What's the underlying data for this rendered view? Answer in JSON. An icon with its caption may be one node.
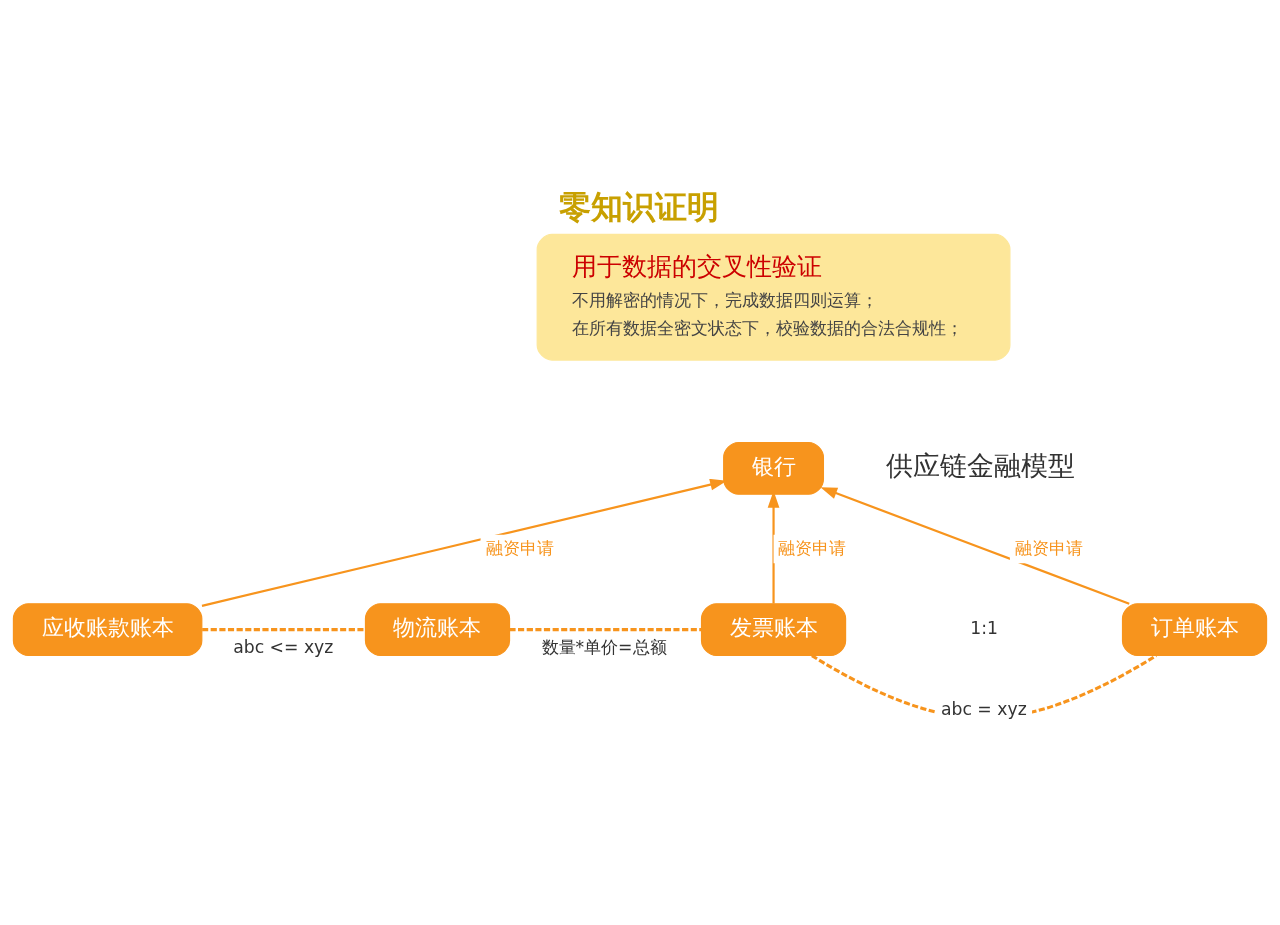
{
  "diagram": {
    "title": "零知识证明",
    "nodes": [
      {
        "text": [
          "用于数据的交叉性验证",
          "不用解密的情况下，完成数据四则运算；",
          "在所有数据全密文状态下，校验数据的合法合规性；"
        ]
      },
      {
        "text": [
          "银行"
        ]
      },
      {
        "text": [
          "应收账款账本"
        ]
      },
      {
        "text": [
          "物流账本"
        ]
      },
      {
        "text": [
          "发票账本"
        ]
      },
      {
        "text": [
          "订单账本"
        ]
      }
    ],
    "edges": [
      {
        "from": 2,
        "to": 1,
        "arrow": "to",
        "label": "融资申请"
      },
      {
        "from": 4,
        "to": 1,
        "arrow": "to",
        "label": "融资申请"
      },
      {
        "from": 5,
        "to": 1,
        "arrow": "to",
        "label": "融资申请"
      },
      {
        "from": 2,
        "to": 3,
        "arrow": "none",
        "style": "dashed",
        "label": "abc <= xyz"
      },
      {
        "from": 3,
        "to": 4,
        "arrow": "none",
        "style": "dashed",
        "label": "数量*单价=总额"
      },
      {
        "from": 4,
        "to": 5,
        "arrow": "none",
        "style": "dashed",
        "label": "abc = xyz"
      }
    ],
    "labels": [
      "供应链金融模型",
      "1:1"
    ]
  }
}
